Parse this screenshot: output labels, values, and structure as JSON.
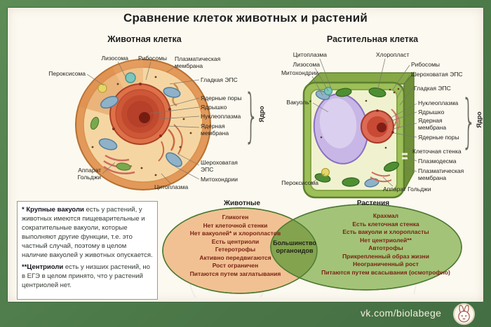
{
  "page": {
    "title": "Сравнение клеток животных и растений",
    "watermark": "vk.com/biolabege"
  },
  "animal": {
    "heading": "Животная клетка",
    "labels": {
      "lysosome": "Лизосома",
      "ribosomes": "Рибосомы",
      "plasma_membrane": "Плазматическая мембрана",
      "smooth_er": "Гладкая ЭПС",
      "peroxisome": "Пероксисома",
      "nuclear_pores": "Ядерные поры",
      "nucleolus": "Ядрышко",
      "nucleoplasm": "Нуклеоплазма",
      "nuclear_membrane": "Ядерная мембрана",
      "nucleus": "Ядро",
      "golgi": "Аппарат Гольджи",
      "rough_er": "Шероховатая ЭПС",
      "mitochondria": "Митохондрии",
      "cytoplasm": "Цитоплазма"
    }
  },
  "plant": {
    "heading": "Растительная клетка",
    "labels": {
      "cytoplasm": "Цитоплазма",
      "chloroplast": "Хлоропласт",
      "lysosome": "Лизосома",
      "ribosomes": "Рибосомы",
      "mitochondria": "Митохондрии",
      "rough_er": "Шероховатая ЭПС",
      "smooth_er": "Гладкая ЭПС",
      "vacuole": "Вакуоль*",
      "nucleoplasm": "Нуклеоплазма",
      "nucleolus": "Ядрышко",
      "nuclear_membrane": "Ядерная мембрана",
      "nuclear_pores": "Ядерные поры",
      "nucleus": "Ядро",
      "cell_wall": "Клеточная стенка",
      "plasmodesma": "Плазмодесма",
      "plasma_membrane": "Плазматическая мембрана",
      "peroxisome": "Пероксисома",
      "golgi": "Аппарат Гольджи"
    }
  },
  "venn": {
    "left_title": "Животные",
    "right_title": "Растения",
    "center_text": "Большинство органоидов",
    "left_items": [
      "Гликоген",
      "Нет клеточной стенки",
      "Нет вакуолей* и хлоропластов",
      "Есть центриоли",
      "Гетеротрофы",
      "Активно передвигаются",
      "Рост ограничен",
      "Питаются путем заглатывания"
    ],
    "right_items": [
      "Крахмал",
      "Есть клеточная стенка",
      "Есть вакуоли и хлоропласты",
      "Нет центриолей**",
      "Автотрофы",
      "Прикрепленный образ жизни",
      "Неограниченный рост",
      "Питаются путем всасывания (осмотрофно)"
    ]
  },
  "notes": {
    "note1_bold": "* Крупные вакуоли",
    "note1_text": " есть у растений, у животных имеются пищеварительные и сократительные вакуоли, которые выполняют другие функции, т.е. это частный случай, поэтому в целом наличие вакуолей у животных опускается.",
    "note2_bold": "**Центриоли",
    "note2_text": " есть у низших растений, но в ЕГЭ в целом принято, что у растений центриолей нет."
  }
}
